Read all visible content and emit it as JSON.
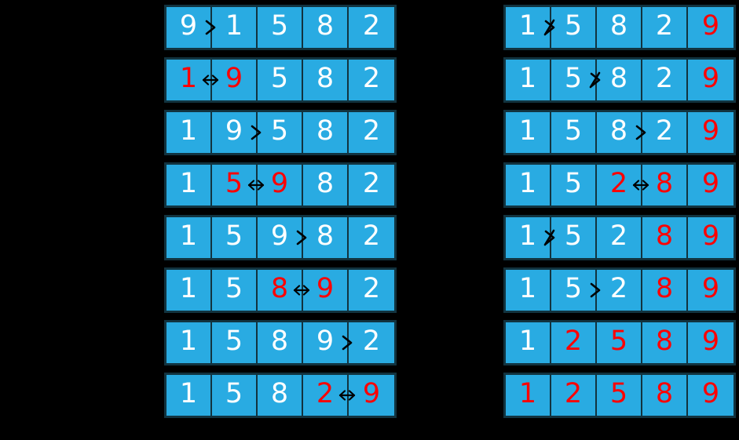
{
  "title": "Bubble sort step-by-step visualization",
  "colors": {
    "background": "#000000",
    "cell_fill": "#29abe2",
    "cell_border": "#12333f",
    "value_default": "#ffffff",
    "value_highlight": "#ff0000",
    "operator": "#000000"
  },
  "legend": {
    "greater_than": "greater-than-operator",
    "not_greater_than": "not-greater-than-operator",
    "swap": "swap-arrow-operator"
  },
  "columns": [
    {
      "name": "pass-one",
      "rows": [
        {
          "name": "row-1",
          "cells": [
            {
              "value": "9",
              "highlight": false,
              "op": "gt"
            },
            {
              "value": "1",
              "highlight": false,
              "op": "none"
            },
            {
              "value": "5",
              "highlight": false,
              "op": "none"
            },
            {
              "value": "8",
              "highlight": false,
              "op": "none"
            },
            {
              "value": "2",
              "highlight": false,
              "op": "none"
            }
          ]
        },
        {
          "name": "row-2",
          "cells": [
            {
              "value": "1",
              "highlight": true,
              "op": "swap"
            },
            {
              "value": "9",
              "highlight": true,
              "op": "none"
            },
            {
              "value": "5",
              "highlight": false,
              "op": "none"
            },
            {
              "value": "8",
              "highlight": false,
              "op": "none"
            },
            {
              "value": "2",
              "highlight": false,
              "op": "none"
            }
          ]
        },
        {
          "name": "row-3",
          "cells": [
            {
              "value": "1",
              "highlight": false,
              "op": "none"
            },
            {
              "value": "9",
              "highlight": false,
              "op": "gt"
            },
            {
              "value": "5",
              "highlight": false,
              "op": "none"
            },
            {
              "value": "8",
              "highlight": false,
              "op": "none"
            },
            {
              "value": "2",
              "highlight": false,
              "op": "none"
            }
          ]
        },
        {
          "name": "row-4",
          "cells": [
            {
              "value": "1",
              "highlight": false,
              "op": "none"
            },
            {
              "value": "5",
              "highlight": true,
              "op": "swap"
            },
            {
              "value": "9",
              "highlight": true,
              "op": "none"
            },
            {
              "value": "8",
              "highlight": false,
              "op": "none"
            },
            {
              "value": "2",
              "highlight": false,
              "op": "none"
            }
          ]
        },
        {
          "name": "row-5",
          "cells": [
            {
              "value": "1",
              "highlight": false,
              "op": "none"
            },
            {
              "value": "5",
              "highlight": false,
              "op": "none"
            },
            {
              "value": "9",
              "highlight": false,
              "op": "gt"
            },
            {
              "value": "8",
              "highlight": false,
              "op": "none"
            },
            {
              "value": "2",
              "highlight": false,
              "op": "none"
            }
          ]
        },
        {
          "name": "row-6",
          "cells": [
            {
              "value": "1",
              "highlight": false,
              "op": "none"
            },
            {
              "value": "5",
              "highlight": false,
              "op": "none"
            },
            {
              "value": "8",
              "highlight": true,
              "op": "swap"
            },
            {
              "value": "9",
              "highlight": true,
              "op": "none"
            },
            {
              "value": "2",
              "highlight": false,
              "op": "none"
            }
          ]
        },
        {
          "name": "row-7",
          "cells": [
            {
              "value": "1",
              "highlight": false,
              "op": "none"
            },
            {
              "value": "5",
              "highlight": false,
              "op": "none"
            },
            {
              "value": "8",
              "highlight": false,
              "op": "none"
            },
            {
              "value": "9",
              "highlight": false,
              "op": "gt"
            },
            {
              "value": "2",
              "highlight": false,
              "op": "none"
            }
          ]
        },
        {
          "name": "row-8",
          "cells": [
            {
              "value": "1",
              "highlight": false,
              "op": "none"
            },
            {
              "value": "5",
              "highlight": false,
              "op": "none"
            },
            {
              "value": "8",
              "highlight": false,
              "op": "none"
            },
            {
              "value": "2",
              "highlight": true,
              "op": "swap"
            },
            {
              "value": "9",
              "highlight": true,
              "op": "none"
            }
          ]
        }
      ]
    },
    {
      "name": "pass-two-and-three",
      "rows": [
        {
          "name": "row-9",
          "cells": [
            {
              "value": "1",
              "highlight": false,
              "op": "ngt"
            },
            {
              "value": "5",
              "highlight": false,
              "op": "none"
            },
            {
              "value": "8",
              "highlight": false,
              "op": "none"
            },
            {
              "value": "2",
              "highlight": false,
              "op": "none"
            },
            {
              "value": "9",
              "highlight": true,
              "op": "none"
            }
          ]
        },
        {
          "name": "row-10",
          "cells": [
            {
              "value": "1",
              "highlight": false,
              "op": "none"
            },
            {
              "value": "5",
              "highlight": false,
              "op": "ngt"
            },
            {
              "value": "8",
              "highlight": false,
              "op": "none"
            },
            {
              "value": "2",
              "highlight": false,
              "op": "none"
            },
            {
              "value": "9",
              "highlight": true,
              "op": "none"
            }
          ]
        },
        {
          "name": "row-11",
          "cells": [
            {
              "value": "1",
              "highlight": false,
              "op": "none"
            },
            {
              "value": "5",
              "highlight": false,
              "op": "none"
            },
            {
              "value": "8",
              "highlight": false,
              "op": "gt"
            },
            {
              "value": "2",
              "highlight": false,
              "op": "none"
            },
            {
              "value": "9",
              "highlight": true,
              "op": "none"
            }
          ]
        },
        {
          "name": "row-12",
          "cells": [
            {
              "value": "1",
              "highlight": false,
              "op": "none"
            },
            {
              "value": "5",
              "highlight": false,
              "op": "none"
            },
            {
              "value": "2",
              "highlight": true,
              "op": "swap"
            },
            {
              "value": "8",
              "highlight": true,
              "op": "none"
            },
            {
              "value": "9",
              "highlight": true,
              "op": "none"
            }
          ]
        },
        {
          "name": "row-13",
          "cells": [
            {
              "value": "1",
              "highlight": false,
              "op": "ngt"
            },
            {
              "value": "5",
              "highlight": false,
              "op": "none"
            },
            {
              "value": "2",
              "highlight": false,
              "op": "none"
            },
            {
              "value": "8",
              "highlight": true,
              "op": "none"
            },
            {
              "value": "9",
              "highlight": true,
              "op": "none"
            }
          ]
        },
        {
          "name": "row-14",
          "cells": [
            {
              "value": "1",
              "highlight": false,
              "op": "none"
            },
            {
              "value": "5",
              "highlight": false,
              "op": "gt"
            },
            {
              "value": "2",
              "highlight": false,
              "op": "none"
            },
            {
              "value": "8",
              "highlight": true,
              "op": "none"
            },
            {
              "value": "9",
              "highlight": true,
              "op": "none"
            }
          ]
        },
        {
          "name": "row-15",
          "cells": [
            {
              "value": "1",
              "highlight": false,
              "op": "none"
            },
            {
              "value": "2",
              "highlight": true,
              "op": "none"
            },
            {
              "value": "5",
              "highlight": true,
              "op": "none"
            },
            {
              "value": "8",
              "highlight": true,
              "op": "none"
            },
            {
              "value": "9",
              "highlight": true,
              "op": "none"
            }
          ]
        },
        {
          "name": "row-16",
          "cells": [
            {
              "value": "1",
              "highlight": true,
              "op": "none"
            },
            {
              "value": "2",
              "highlight": true,
              "op": "none"
            },
            {
              "value": "5",
              "highlight": true,
              "op": "none"
            },
            {
              "value": "8",
              "highlight": true,
              "op": "none"
            },
            {
              "value": "9",
              "highlight": true,
              "op": "none"
            }
          ]
        }
      ]
    }
  ]
}
